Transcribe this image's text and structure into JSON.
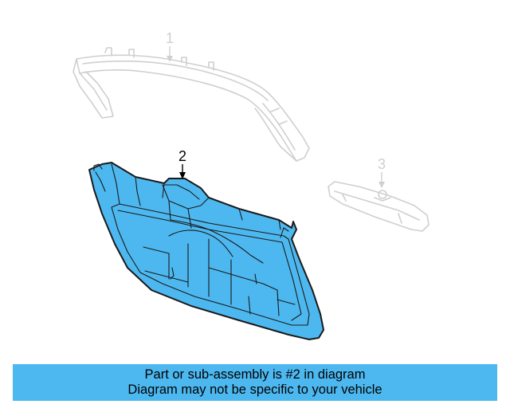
{
  "diagram": {
    "callouts": [
      {
        "id": "1",
        "label": "1",
        "highlighted": false
      },
      {
        "id": "2",
        "label": "2",
        "highlighted": true
      },
      {
        "id": "3",
        "label": "3",
        "highlighted": false
      }
    ],
    "colors": {
      "highlight_fill": "#4db8f0",
      "ghost_stroke": "#cfcfcf",
      "outline_stroke": "#1a1a1a"
    }
  },
  "banner": {
    "line1": "Part or sub-assembly is #2 in diagram",
    "line2": "Diagram may not be specific to your vehicle",
    "background": "#4db8f0"
  }
}
